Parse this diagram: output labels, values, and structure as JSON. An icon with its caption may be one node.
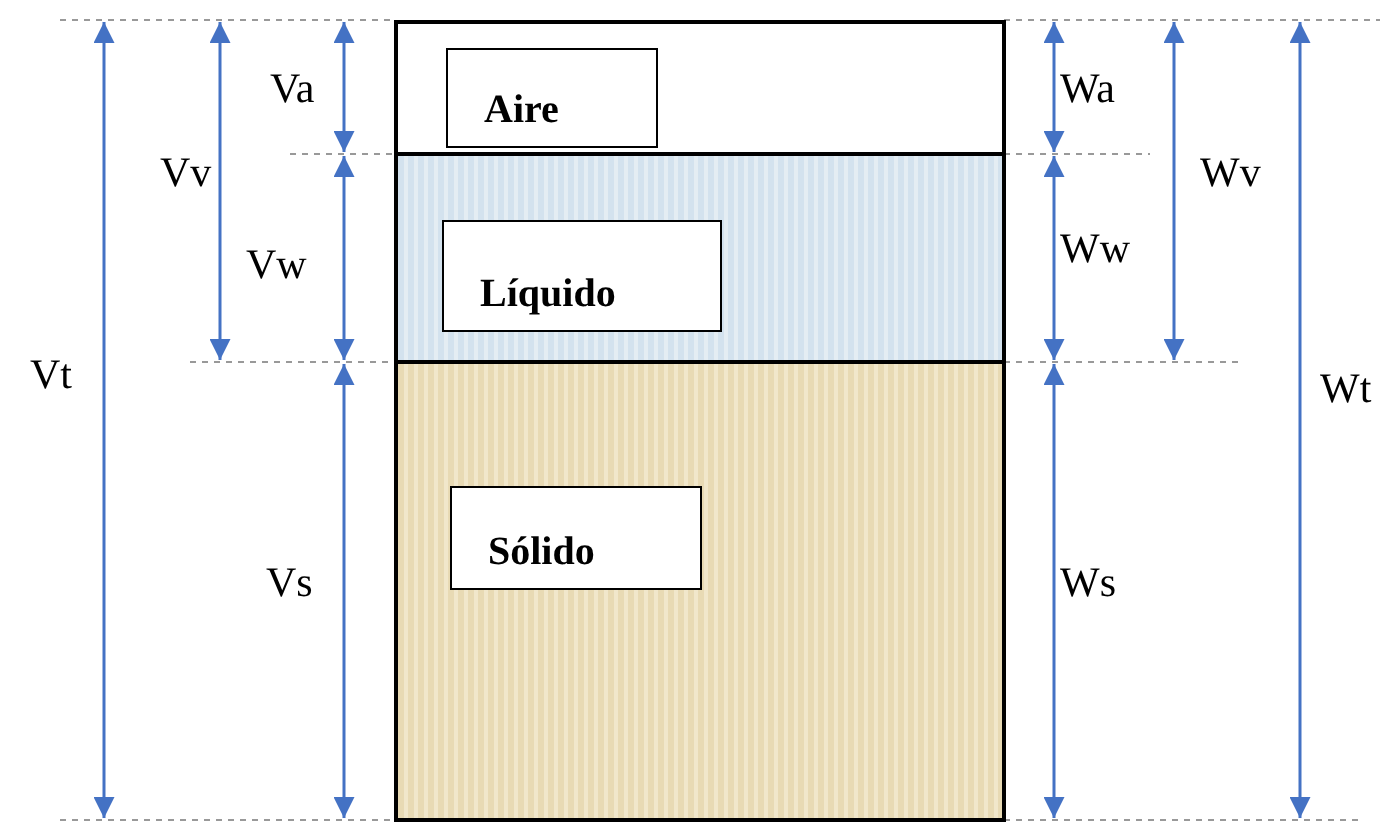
{
  "diagram": {
    "nodes": [
      {
        "text": [],
        "shape": "box"
      },
      {
        "text": [
          "Aire"
        ],
        "in": 0
      },
      {
        "text": [],
        "shape": "box"
      },
      {
        "text": [
          "Líquido"
        ],
        "in": 2
      },
      {
        "text": [],
        "shape": "box"
      },
      {
        "text": [
          "Sólido"
        ],
        "in": 4
      }
    ],
    "labels": [
      "Va",
      "Vv",
      "Vw",
      "Vt",
      "Vs",
      "Wa",
      "Wv",
      "Ww",
      "Wt",
      "Ws"
    ]
  }
}
